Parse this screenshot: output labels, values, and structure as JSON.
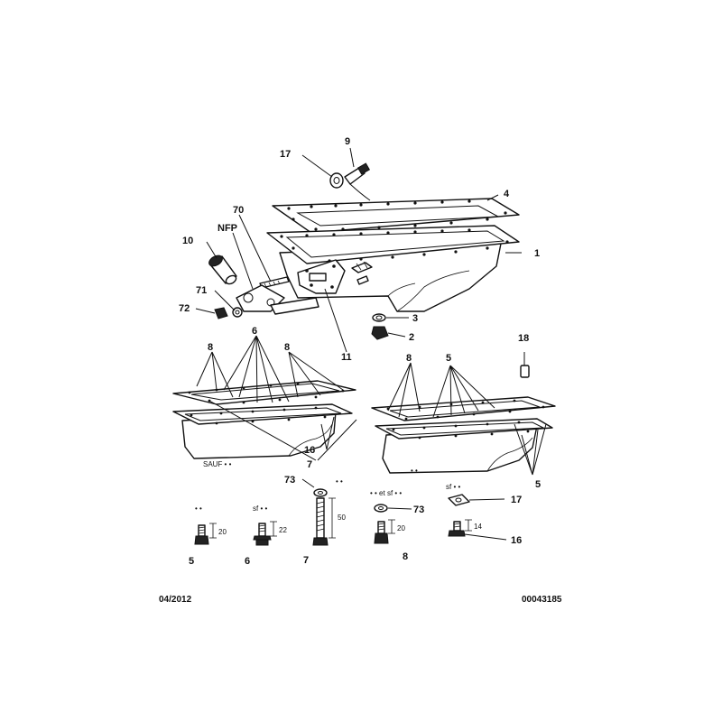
{
  "callouts": {
    "c17_top": "17",
    "c9": "9",
    "c4": "4",
    "c70": "70",
    "c10": "10",
    "cNFP": "NFP",
    "c1": "1",
    "c71": "71",
    "c72": "72",
    "c3": "3",
    "c2": "2",
    "c11": "11",
    "c8_left": "8",
    "c6_left": "6",
    "c8_mid": "8",
    "c8_right": "8",
    "c5_top": "5",
    "c18": "18",
    "c16_left": "16",
    "c7_left": "7",
    "c5_right": "5",
    "c73_left": "73",
    "c73_right": "73",
    "c17_bottom": "17",
    "c16_bottom": "16",
    "c5_bottom": "5",
    "c6_bottom": "6",
    "c7_bottom": "7",
    "c8_bottom": "8"
  },
  "notes": {
    "sauf": "SAUF • •",
    "dots_right_pan": "• •",
    "dots_73": "• •",
    "et_sf": "• • et sf • •",
    "dots_5": "• •",
    "sf_6": "sf • •",
    "sf_16": "sf • •"
  },
  "dimensions": {
    "d5": "20",
    "d6": "22",
    "d7": "50",
    "d8": "20",
    "d16": "14"
  },
  "footer": {
    "date": "04/2012",
    "ref": "00043185"
  }
}
